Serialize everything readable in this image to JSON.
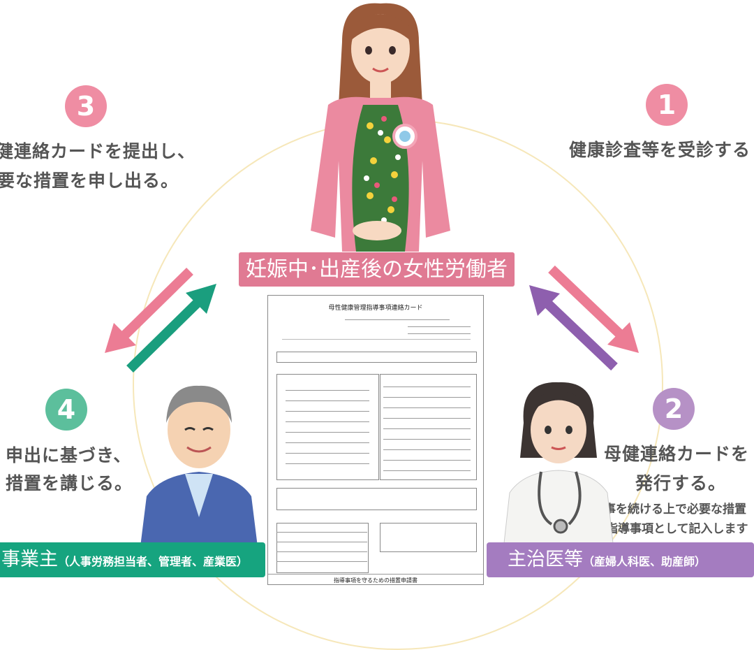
{
  "center_label": "妊娠中･出産後の女性労働者",
  "steps": {
    "s1": {
      "num": "1",
      "line1": "健康診査等を受診する"
    },
    "s2": {
      "num": "2",
      "line1": "母健連絡カードを",
      "line2": "発行する。",
      "sub1": "仕事を続ける上で必要な措置",
      "sub2": "指導事項として記入します"
    },
    "s3": {
      "num": "3",
      "line1": "健連絡カードを提出し、",
      "line2": "要な措置を申し出る。"
    },
    "s4": {
      "num": "4",
      "line1": "申出に基づき、",
      "line2": "措置を講じる。"
    }
  },
  "employer": {
    "label": "事業主",
    "detail": "（人事労務担当者、管理者、産業医）"
  },
  "doctor": {
    "label": "主治医等",
    "detail": "（産婦人科医、助産師）"
  },
  "card": {
    "title": "母性健康管理指導事項連絡カード",
    "footer_title": "指導事項を守るための措置申請書"
  },
  "colors": {
    "pink": "#e87a94",
    "green": "#1a9e7e",
    "purple": "#a07ab8",
    "label_pink": "#e07a93",
    "label_green": "#16a47f",
    "label_purple": "#a47cc0"
  }
}
